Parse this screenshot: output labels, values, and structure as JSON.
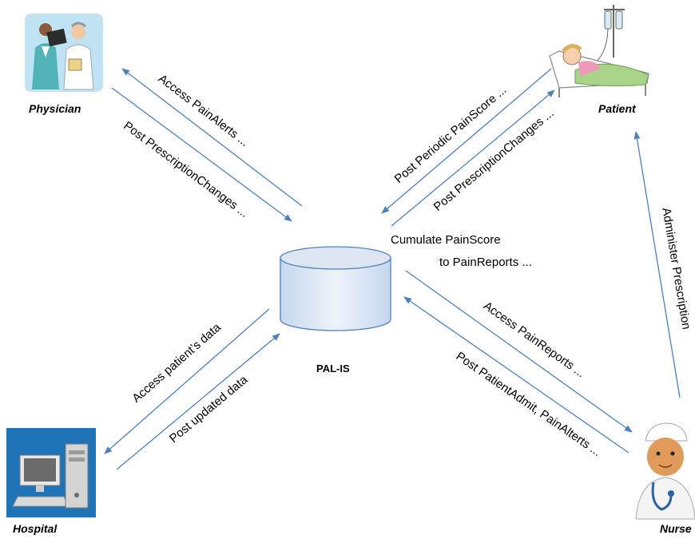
{
  "actors": {
    "physician": "Physician",
    "patient": "Patient",
    "hospital": "Hospital",
    "nurse": "Nurse",
    "hub": "PAL-IS"
  },
  "flows": {
    "access_pain_alerts": "Access PainAlerts ...",
    "post_prescription_changes_physician": "Post PrescriptionChanges ...",
    "post_periodic_painscore": "Post Periodic PainScore ...",
    "post_prescription_changes_patient": "Post PrescriptionChanges ...",
    "cumulate_line1": "Cumulate PainScore",
    "cumulate_line2": "to PainReports ...",
    "administer_prescription": "Administer Prescription",
    "access_pain_reports": "Access PainReports ...",
    "post_patient_admit": "Post  PatientAdmit, PainAlterts ...",
    "access_patients_data": "Access patient’s data",
    "post_updated_data": "Post updated data"
  },
  "icons": {
    "physician": "physicians-clipart-icon",
    "patient": "patient-in-bed-clipart-icon",
    "hospital": "hospital-computer-clipart-icon",
    "nurse": "nurse-clipart-icon",
    "hub": "database-cylinder-icon"
  },
  "colors": {
    "arrow": "#4f81bd",
    "cylinder_fill": "#dce6f2",
    "cylinder_stroke": "#4f81bd"
  }
}
